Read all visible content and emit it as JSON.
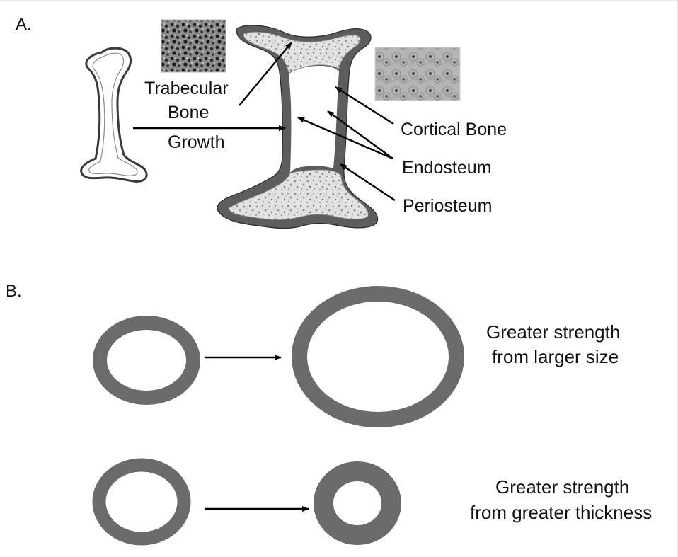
{
  "panel_a": {
    "label": "A.",
    "labels": {
      "trabecular_line1": "Trabecular",
      "trabecular_line2": "Bone",
      "growth": "Growth",
      "cortical_bone": "Cortical Bone",
      "endosteum": "Endosteum",
      "periosteum": "Periosteum"
    }
  },
  "panel_b": {
    "label": "B.",
    "size_caption": {
      "line1": "Greater strength",
      "line2": "from larger size"
    },
    "thickness_caption": {
      "line1": "Greater strength",
      "line2": "from greater thickness"
    }
  },
  "colors": {
    "cortex": "#5d5d5d",
    "ring": "#6b6b6b",
    "line": "#000000"
  }
}
